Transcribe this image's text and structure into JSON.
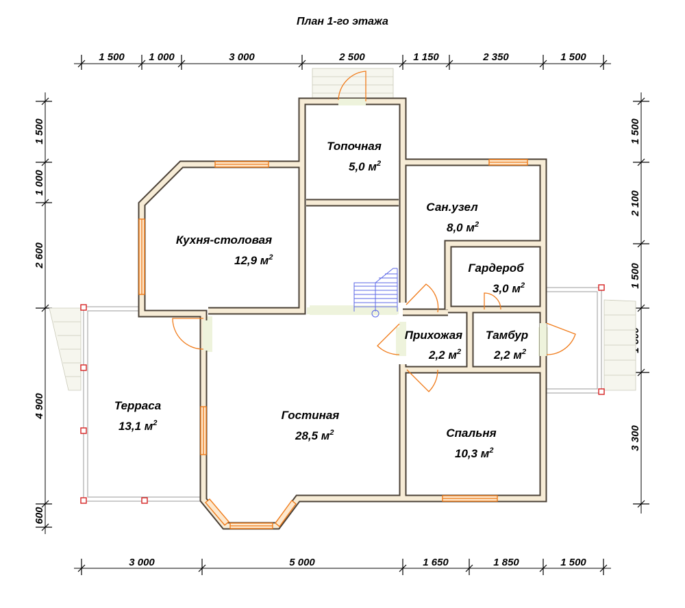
{
  "title": "План 1-го этажа",
  "dimensions": {
    "top": [
      "1 500",
      "1 000",
      "3 000",
      "2 500",
      "1 150",
      "2 350",
      "1 500"
    ],
    "bottom": [
      "3 000",
      "5 000",
      "1 650",
      "1 850",
      "1 500"
    ],
    "left": [
      "1 500",
      "1 000",
      "2 600",
      "4 900",
      "600"
    ],
    "right": [
      "1 500",
      "2 100",
      "1 500",
      "1 600",
      "3 300"
    ]
  },
  "rooms": [
    {
      "name": "Топочная",
      "area": "5,0 м",
      "unit_sup": "2"
    },
    {
      "name": "Кухня-столовая",
      "area": "12,9 м",
      "unit_sup": "2"
    },
    {
      "name": "Сан.узел",
      "area": "8,0 м",
      "unit_sup": "2"
    },
    {
      "name": "Гардероб",
      "area": "3,0 м",
      "unit_sup": "2"
    },
    {
      "name": "Прихожая",
      "area": "2,2 м",
      "unit_sup": "2"
    },
    {
      "name": "Тамбур",
      "area": "2,2 м",
      "unit_sup": "2"
    },
    {
      "name": "Терраса",
      "area": "13,1 м",
      "unit_sup": "2"
    },
    {
      "name": "Гостиная",
      "area": "28,5 м",
      "unit_sup": "2"
    },
    {
      "name": "Спальня",
      "area": "10,3 м",
      "unit_sup": "2"
    }
  ]
}
